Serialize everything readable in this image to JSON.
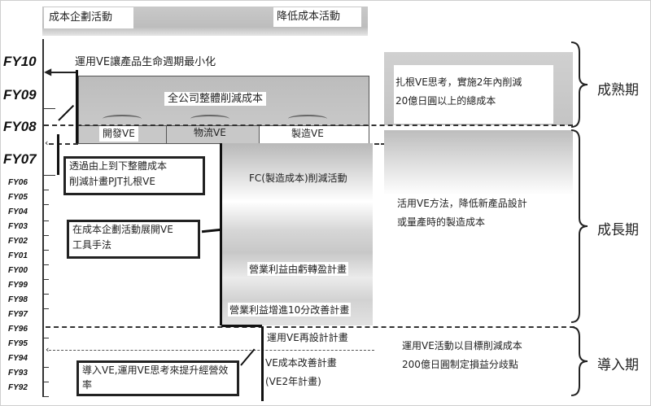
{
  "header": {
    "left_label": "成本企劃活動",
    "right_label": "降低成本活動"
  },
  "axis": {
    "years_major": [
      "FY10",
      "FY09",
      "FY08",
      "FY07"
    ],
    "years_minor": [
      "FY06",
      "FY05",
      "FY04",
      "FY03",
      "FY02",
      "FY01",
      "FY00",
      "FY99",
      "FY98",
      "FY97",
      "FY96",
      "FY95",
      "FY94",
      "FY93",
      "FY92"
    ]
  },
  "left_column": {
    "top_note": "運用VE讓產品生命週期最小化",
    "box_topdown": [
      "透過由上到下整體成本",
      "削減計畫PJT扎根VE"
    ],
    "box_cost_planning": [
      "在成本企劃活動展開VE",
      "工具手法"
    ],
    "box_intro": [
      "導入VE,運用VE思考來提升經營效",
      "率"
    ]
  },
  "center": {
    "company_wide": "全公司整體削減成本",
    "sub_ve": [
      "開發VE",
      "物流VE",
      "製造VE"
    ],
    "fc_activity": "FC(製造成本)削減活動",
    "profit_turnaround": "營業利益由虧轉盈計畫",
    "profit_10": "營業利益增進10分改善計畫",
    "redesign": "運用VE再設計計畫",
    "ve_improve": "VE成本改善計畫",
    "ve_2year": "(VE2年計畫)"
  },
  "right_notes": {
    "mature": [
      "扎根VE思考，實施2年內削減",
      "20億日圓以上的總成本"
    ],
    "growth": [
      "活用VE方法，降低新產品設計",
      "或量產時的製造成本"
    ],
    "intro": [
      "運用VE活動以目標削減成本",
      "200億日圓制定損益分歧點"
    ]
  },
  "phases": {
    "mature": "成熟期",
    "growth": "成長期",
    "intro": "導入期"
  }
}
